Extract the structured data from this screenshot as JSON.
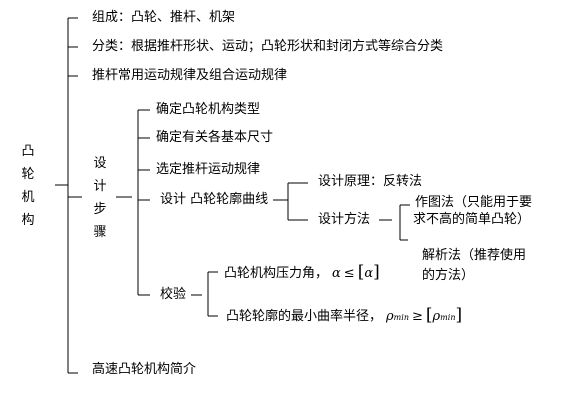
{
  "root": "凸轮机构",
  "branches": {
    "composition": "组成：凸轮、推杆、机架",
    "classification": "分类：根据推杆形状、运动；凸轮形状和封闭方式等综合分类",
    "motion_law": "推杆常用运动规律及组合运动规律",
    "high_speed": "高速凸轮机构简介"
  },
  "design_steps": {
    "label": "设计步骤",
    "items": {
      "type": "确定凸轮机构类型",
      "dimensions": "确定有关各基本尺寸",
      "motion": "选定推杆运动规律",
      "contour": "设计 凸轮轮廓曲线"
    },
    "contour": {
      "principle": "设计原理：反转法",
      "method": "设计方法",
      "graphic_line1": "作图法（只能用于要",
      "graphic_line2": "求不高的简单凸轮）",
      "analytic_line1": "解析法（推荐使用",
      "analytic_line2": "的方法）"
    },
    "check": {
      "label": "校验",
      "pressure_text": "凸轮机构压力角，",
      "pressure_alpha": "α",
      "pressure_op": "≤",
      "pressure_lb": "[",
      "pressure_alpha2": "α",
      "pressure_rb": "]",
      "radius_text": "凸轮轮廓的最小曲率半径，",
      "rho": "ρ",
      "min": "min",
      "radius_op": "≥",
      "radius_lb": "[",
      "rho2": "ρ",
      "min2": "min",
      "radius_rb": "]"
    }
  }
}
